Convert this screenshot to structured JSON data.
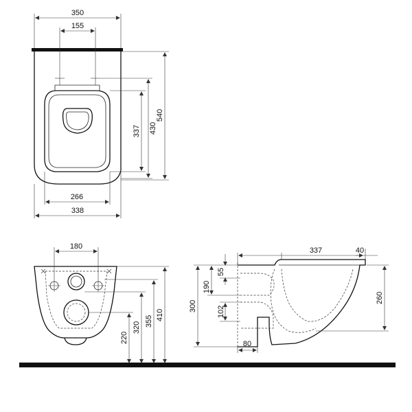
{
  "top_view": {
    "overall_width": "350",
    "fixing_spacing": "155",
    "seat_width": "266",
    "bowl_width": "338",
    "seat_depth": "337",
    "fixing_to_front": "430",
    "overall_depth": "540"
  },
  "front_view": {
    "fixing_spacing": "180",
    "drain_height": "220",
    "inlet_height": "320",
    "fixing_height": "355",
    "rim_height": "410"
  },
  "side_view": {
    "rim_length": "337",
    "wall_offset": "40",
    "fixing_block_height": "300",
    "top_offset": "55",
    "inlet_height": "190",
    "inlet_diameter": "102",
    "rim_height": "260",
    "outlet_projection": "80"
  },
  "colors": {
    "line": "#111111",
    "floor": "#111111"
  }
}
